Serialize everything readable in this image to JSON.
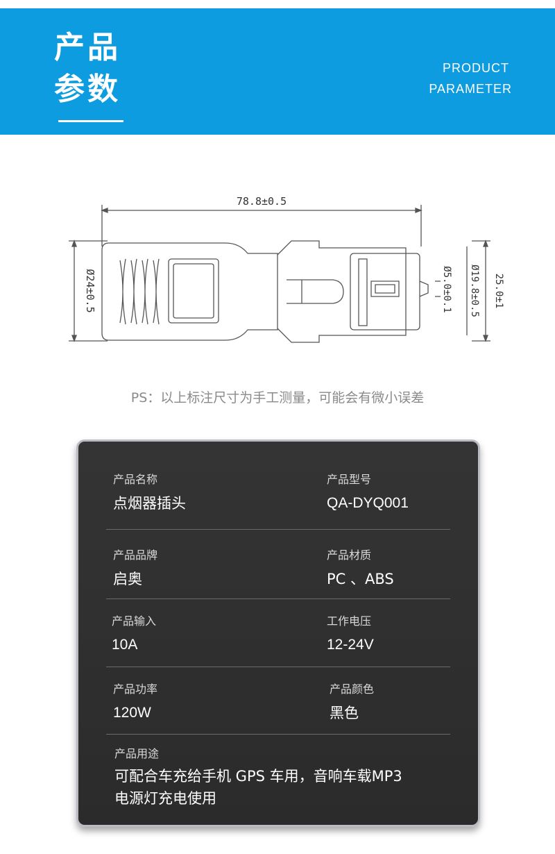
{
  "header": {
    "title_line1": "产品",
    "title_line2": "参数",
    "en_line1": "PRODUCT",
    "en_line2": "PARAMETER"
  },
  "drawing": {
    "dim_length": "78.8±0.5",
    "dim_diameter_body": "Ø24±0.5",
    "dim_diameter_tip_inner": "Ø5.0±0.1",
    "dim_diameter_tip": "Ø19.8±0.5",
    "dim_height": "25.0±1"
  },
  "note": "PS：以上标注尺寸为手工测量，可能会有微小误差",
  "specs": [
    {
      "label": "产品名称",
      "value": "点烟器插头"
    },
    {
      "label": "产品型号",
      "value": "QA-DYQ001"
    },
    {
      "label": "产品品牌",
      "value": "启奥"
    },
    {
      "label": "产品材质",
      "value": "PC 、ABS"
    },
    {
      "label": "产品输入",
      "value": "10A"
    },
    {
      "label": "工作电压",
      "value": "12-24V"
    },
    {
      "label": "产品功率",
      "value": "120W"
    },
    {
      "label": "产品颜色",
      "value": "黑色"
    }
  ],
  "usage": {
    "label": "产品用途",
    "line1": "可配合车充给手机 GPS 车用，音响车载MP3",
    "line2": "电源灯充电使用"
  },
  "colors": {
    "header_bg": "#0d9ce0",
    "card_bg": "#2f2f2f"
  }
}
